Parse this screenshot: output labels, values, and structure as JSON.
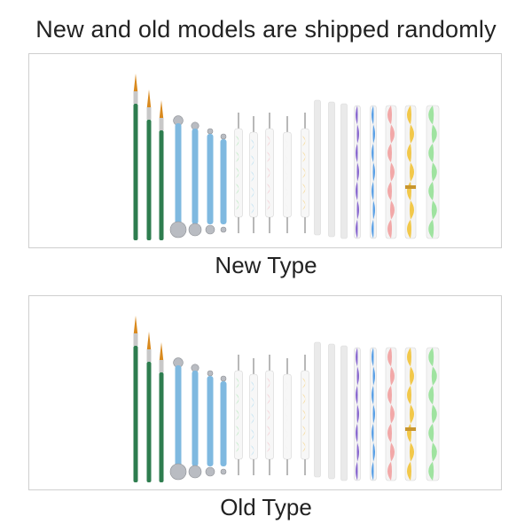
{
  "header": {
    "title": "New and old models are shipped randomly"
  },
  "panels": {
    "new": {
      "caption": "New Type"
    },
    "old": {
      "caption": "Old Type"
    }
  },
  "colors": {
    "brush_handle": "#2e7d4f",
    "brush_tip": "#d98a1f",
    "ball_tool_handle": "#7fb9e0",
    "ball_tool_metal": "#b9bcc2",
    "dot_pen_green": "#8fe09a",
    "dot_pen_blue": "#8fd0f0",
    "dot_pen_pink": "#f2a8b4",
    "dot_pen_white": "#f2f2f2",
    "dot_pen_yellow": "#f6c24a",
    "clear_stick": "#eaeaea",
    "stick_purple": "#8a6ad0",
    "stick_blue": "#5aa0e6",
    "stick_pink": "#f2a8a8",
    "stick_yellow": "#f2c84a",
    "stick_green": "#9fe3a0"
  }
}
